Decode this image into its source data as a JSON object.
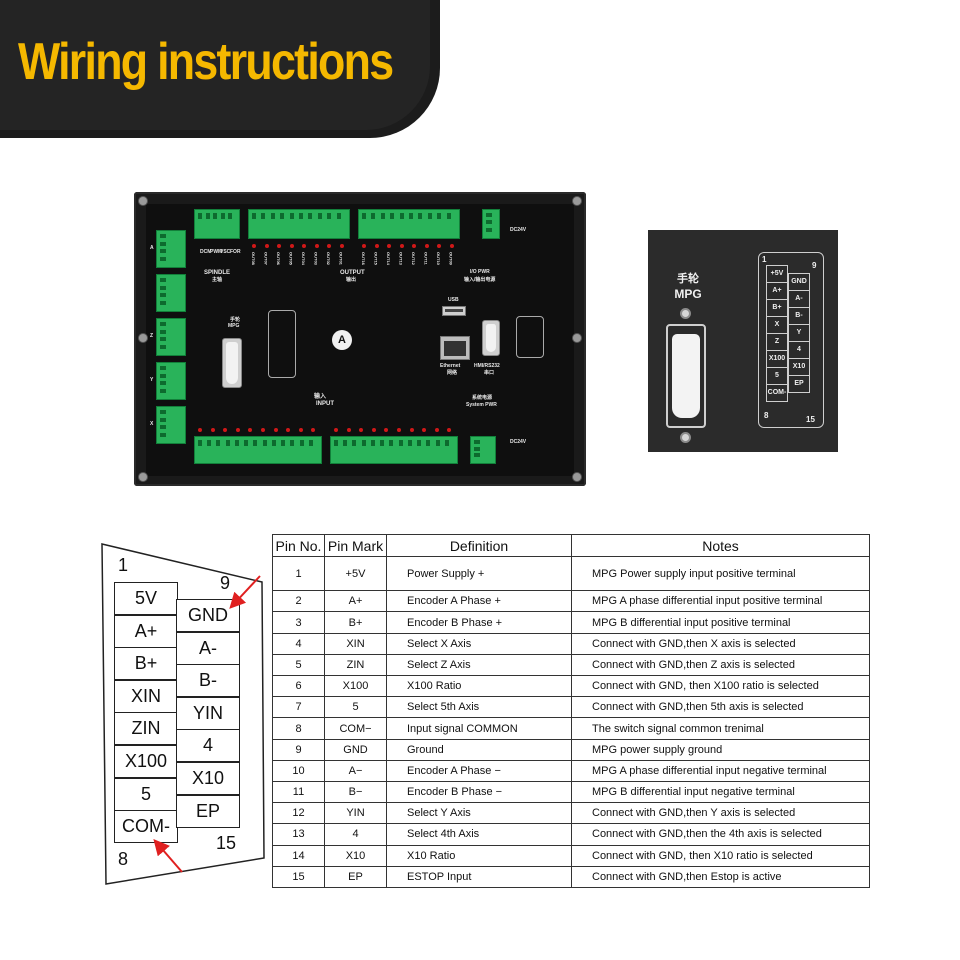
{
  "header": {
    "title": "Wiring instructions"
  },
  "board": {
    "spindle_label": "SPINDLE",
    "spindle_label_cn": "主轴",
    "spindle_pins": [
      "DCM",
      "PWM",
      "VSC",
      "FOR"
    ],
    "output_label": "OUTPUT",
    "output_label_cn": "输出",
    "output_pins_a": [
      "OUT08",
      "OUT07",
      "OUT06",
      "OUT05",
      "OUT04",
      "OUT03",
      "OUT02",
      "OUT01"
    ],
    "output_pins_b": [
      "OUT16",
      "OUT15",
      "OUT14",
      "OUT13",
      "OUT12",
      "OUT11",
      "OUT10",
      "OUT09"
    ],
    "io_pwr_label": "I/O PWR",
    "io_pwr_label_cn": "输入/输出电源",
    "dc24v_top": "DC24V",
    "dc24v_bottom": "DC24V",
    "usb_label": "USB",
    "ethernet_label": "Ethernet",
    "ethernet_label_cn": "网络",
    "hmi_label": "HMI/RS232",
    "hmi_label_cn": "串口",
    "mpg_label": "MPG",
    "mpg_label_cn": "手轮",
    "input_label": "INPUT",
    "input_label_cn": "输入",
    "system_pwr_label": "System PWR",
    "system_pwr_label_cn": "系统电源",
    "center_badge": "A",
    "axis_letters": [
      "A",
      "Z",
      "Y",
      "X"
    ]
  },
  "zoom": {
    "title_cn": "手轮",
    "title": "MPG",
    "left_col": [
      "+5V",
      "A+",
      "B+",
      "X",
      "Z",
      "X100",
      "5",
      "COM-"
    ],
    "right_col": [
      "GND",
      "A-",
      "B-",
      "Y",
      "4",
      "X10",
      "EP"
    ],
    "corner_1": "1",
    "corner_9": "9",
    "corner_8": "8",
    "corner_15": "15"
  },
  "pinout": {
    "left_col": [
      "5V",
      "A+",
      "B+",
      "XIN",
      "ZIN",
      "X100",
      "5",
      "COM-"
    ],
    "right_col": [
      "GND",
      "A-",
      "B-",
      "YIN",
      "4",
      "X10",
      "EP"
    ],
    "num_1": "1",
    "num_9": "9",
    "num_8": "8",
    "num_15": "15",
    "arrow_color": "#e02020"
  },
  "table": {
    "headers": [
      "Pin No.",
      "Pin Mark",
      "Definition",
      "Notes"
    ],
    "rows": [
      {
        "no": "1",
        "mark": "+5V",
        "def": "Power Supply +",
        "note": "MPG Power supply input positive terminal"
      },
      {
        "no": "2",
        "mark": "A+",
        "def": "Encoder A Phase +",
        "note": "MPG A phase differential input positive terminal"
      },
      {
        "no": "3",
        "mark": "B+",
        "def": "Encoder B Phase +",
        "note": "MPG B differential input positive terminal"
      },
      {
        "no": "4",
        "mark": "XIN",
        "def": "Select X Axis",
        "note": "Connect with GND,then X axis is selected"
      },
      {
        "no": "5",
        "mark": "ZIN",
        "def": "Select Z Axis",
        "note": "Connect with GND,then Z axis is selected"
      },
      {
        "no": "6",
        "mark": "X100",
        "def": "X100 Ratio",
        "note": "Connect with GND, then X100 ratio is selected"
      },
      {
        "no": "7",
        "mark": "5",
        "def": "Select 5th Axis",
        "note": "Connect with GND,then 5th axis is selected"
      },
      {
        "no": "8",
        "mark": "COM−",
        "def": "Input signal COMMON",
        "note": "The switch signal common trenimal"
      },
      {
        "no": "9",
        "mark": "GND",
        "def": "Ground",
        "note": "MPG power supply ground"
      },
      {
        "no": "10",
        "mark": "A−",
        "def": "Encoder A Phase −",
        "note": "MPG A phase differential input negative terminal"
      },
      {
        "no": "11",
        "mark": "B−",
        "def": "Encoder B Phase −",
        "note": "MPG B differential input negative terminal"
      },
      {
        "no": "12",
        "mark": "YIN",
        "def": "Select Y Axis",
        "note": "Connect with GND,then Y axis is selected"
      },
      {
        "no": "13",
        "mark": "4",
        "def": "Select 4th Axis",
        "note": "Connect with GND,then the 4th axis is selected"
      },
      {
        "no": "14",
        "mark": "X10",
        "def": "X10 Ratio",
        "note": "Connect with GND, then X10 ratio is selected"
      },
      {
        "no": "15",
        "mark": "EP",
        "def": "ESTOP Input",
        "note": "Connect with GND,then Estop is active"
      }
    ]
  },
  "colors": {
    "title": "#f5b800",
    "banner": "#242424",
    "terminal_green": "#29b35a",
    "led_red": "#d01818"
  }
}
